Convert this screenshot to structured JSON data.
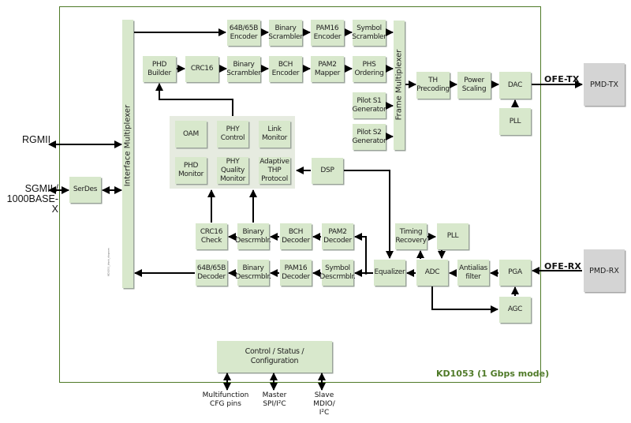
{
  "chip": {
    "title": "KD1053 (1 Gbps mode)",
    "border_color": "#4f7a28",
    "block_fill": "#d8e8cc",
    "group_fill": "#e6ebe0",
    "external_fill": "#d4d4d4"
  },
  "interfaces": {
    "rgmii": "RGMII",
    "sgmii": "SGMII /\n1000BASE-X",
    "ofe_tx": "OFE-TX",
    "ofe_rx": "OFE-RX",
    "cfg_pins": "Multifunction\nCFG pins",
    "master_spi": "Master\nSPI/I²C",
    "slave_mdio": "Slave\nMDIO/\nI²C"
  },
  "multiplexers": {
    "interface": "Interface Multiplexer",
    "frame": "Frame Multiplexer"
  },
  "tx_path": {
    "row1": [
      "64B/65B\nEncoder",
      "Binary\nScrambler",
      "PAM16\nEncoder",
      "Symbol\nScrambler"
    ],
    "row2": [
      "PHD\nBuilder",
      "CRC16",
      "Binary\nScrambler",
      "BCH\nEncoder",
      "PAM2\nMapper",
      "PHS\nOrdering"
    ],
    "pilots": [
      "Pilot S1\nGenerator",
      "Pilot S2\nGenerator"
    ],
    "output": [
      "TH\nPrecoding",
      "Power\nScaling",
      "DAC",
      "PLL"
    ]
  },
  "management": {
    "blocks": [
      "OAM",
      "PHY\nControl",
      "Link\nMonitor",
      "PHD\nMonitor",
      "PHY\nQuality\nMonitor",
      "Adaptive\nTHP\nProtocol"
    ],
    "dsp": "DSP"
  },
  "rx_path": {
    "row1": [
      "CRC16\nCheck",
      "Binary\nDescrmblr.",
      "BCH\nDecoder",
      "PAM2\nDecoder"
    ],
    "row2": [
      "64B/65B\nDecoder",
      "Binary\nDescrmblr.",
      "PAM16\nDecoder",
      "Symbol\nDescrmblr."
    ],
    "front": [
      "Equalizer",
      "ADC",
      "Antialias\nfilter",
      "PGA",
      "AGC",
      "Timing\nRecovery",
      "PLL"
    ]
  },
  "serdes": "SerDes",
  "control": "Control / Status /\nConfiguration",
  "external": {
    "pmd_tx": "PMD-TX",
    "pmd_rx": "PMD-RX"
  }
}
